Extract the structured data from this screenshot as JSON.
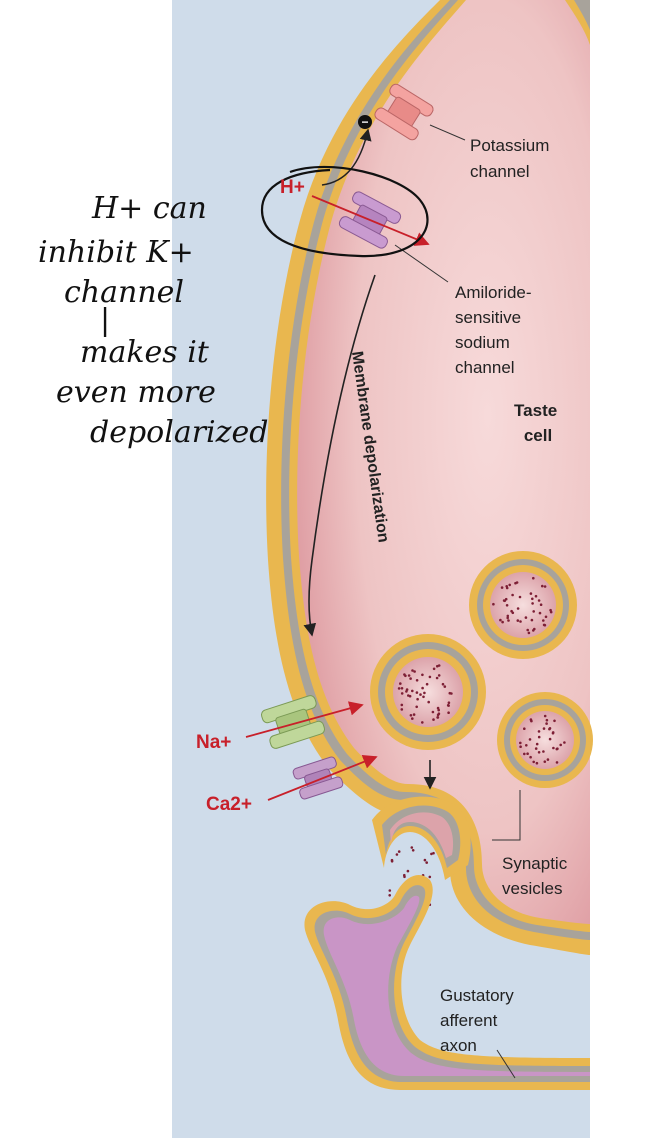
{
  "labels": {
    "potassium_channel": [
      "Potassium",
      "channel"
    ],
    "amiloride_channel": [
      "Amiloride-",
      "sensitive",
      "sodium",
      "channel"
    ],
    "taste_cell": [
      "Taste",
      "cell"
    ],
    "membrane_depolarization": "Membrane depolarization",
    "synaptic_vesicles": [
      "Synaptic",
      "vesicles"
    ],
    "gustatory_axon": [
      "Gustatory",
      "afferent",
      "axon"
    ],
    "h_ion": "H+",
    "na_ion": "Na+",
    "ca_ion": "Ca2+",
    "inhibit_sign": "−"
  },
  "handwritten_note": [
    "H+ can",
    "inhibit K+",
    "channel",
    "|",
    "makes it",
    "even more",
    "depolarized"
  ],
  "colors": {
    "background_left": "#ffffff",
    "extracellular": "#cfdcea",
    "cytoplasm": "#eebfbf",
    "membrane_outer": "#e9b74f",
    "membrane_core": "#a8a39b",
    "potassium_channel": "#f4a3a0",
    "sodium_channel": "#c99bd0",
    "na_channel_bottom": "#bfd79a",
    "ca_channel": "#c5a0cb",
    "ion_red": "#c8202a",
    "axon_inner": "#c995c6"
  }
}
